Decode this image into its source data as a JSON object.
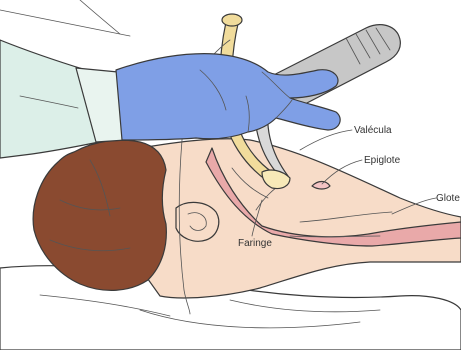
{
  "labels": {
    "valecula": "Valécula",
    "epiglote": "Epiglote",
    "glote": "Glote",
    "faringe": "Faringe"
  },
  "colors": {
    "glove": "#7f9fe6",
    "skin": "#f7dcc8",
    "hair": "#8a4a30",
    "airway": "#e9a9a9",
    "tube": "#f1dc9c",
    "blade": "#c7c7c7",
    "sleeve": "#dcefe8"
  },
  "icons": [
    "hand-glove-icon",
    "laryngoscope-icon",
    "endotracheal-tube-icon"
  ]
}
